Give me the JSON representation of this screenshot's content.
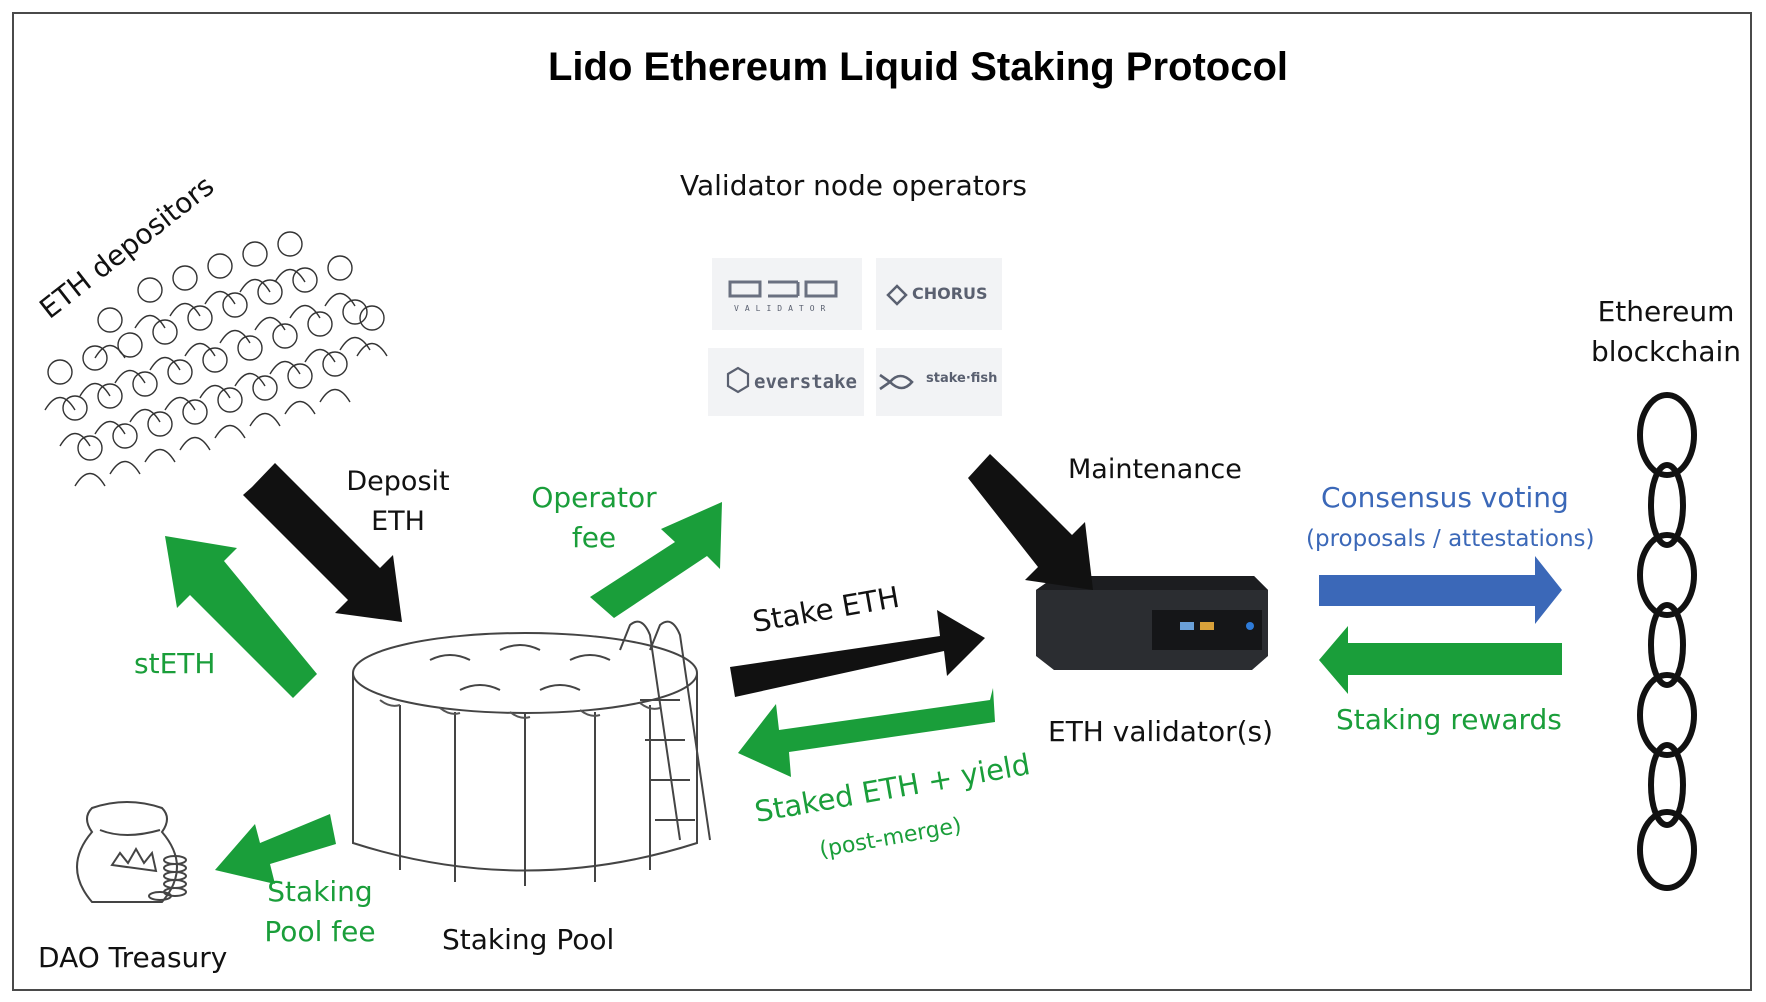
{
  "title": "Lido Ethereum Liquid Staking Protocol",
  "labels": {
    "depositors": "ETH depositors",
    "operators_heading": "Validator node operators",
    "blockchain_line1": "Ethereum",
    "blockchain_line2": "blockchain",
    "deposit_line1": "Deposit",
    "deposit_line2": "ETH",
    "operator_fee_line1": "Operator",
    "operator_fee_line2": "fee",
    "maintenance": "Maintenance",
    "consensus_voting": "Consensus voting",
    "consensus_detail": "(proposals / attestations)",
    "steth": "stETH",
    "stake_eth": "Stake ETH",
    "validators": "ETH validator(s)",
    "staking_rewards": "Staking rewards",
    "staked_yield": "Staked ETH + yield",
    "post_merge": "(post-merge)",
    "staking_pool": "Staking Pool",
    "pool_fee_line1": "Staking",
    "pool_fee_line2": "Pool fee",
    "dao_treasury": "DAO Treasury"
  },
  "operators": [
    {
      "name": "P2P",
      "caption": "VALIDATOR",
      "icon": "p2p-logo-icon"
    },
    {
      "name": "CHORUS",
      "icon": "chorus-logo-icon"
    },
    {
      "name": "everstake",
      "icon": "everstake-logo-icon"
    },
    {
      "name": "stake·fish",
      "icon": "stakefish-logo-icon"
    }
  ],
  "colors": {
    "green": "#1a9e3a",
    "black": "#111111",
    "blue": "#3b68b8"
  }
}
